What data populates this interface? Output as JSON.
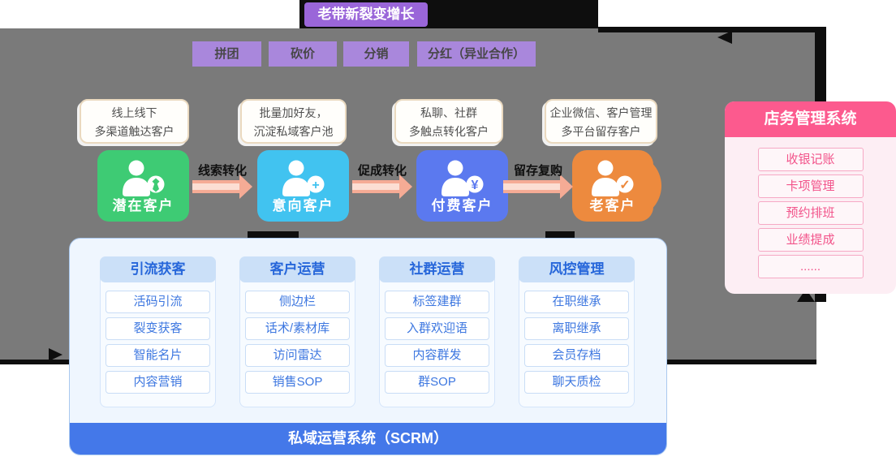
{
  "title_banner": {
    "label": "老带新裂变增长"
  },
  "growth_tactics": {
    "items": [
      "拼团",
      "砍价",
      "分销",
      "分红（异业合作）"
    ]
  },
  "funnel": {
    "stages": [
      {
        "name": "潜在客户",
        "note": [
          "线上线下",
          "多渠道触达客户"
        ],
        "badge_glyph": ""
      },
      {
        "name": "意向客户",
        "note": [
          "批量加好友，",
          "沉淀私域客户池"
        ],
        "badge_glyph": "+"
      },
      {
        "name": "付费客户",
        "note": [
          "私聊、社群",
          "多触点转化客户"
        ],
        "badge_glyph": "¥"
      },
      {
        "name": "老客户",
        "note": [
          "企业微信、客户管理",
          "多平台留存客户"
        ],
        "badge_glyph": "✓"
      }
    ],
    "transitions": [
      "线索转化",
      "促成转化",
      "留存复购"
    ]
  },
  "store_system": {
    "title": "店务管理系统",
    "items": [
      "收银记账",
      "卡项管理",
      "预约排班",
      "业绩提成",
      "......"
    ]
  },
  "scrm_panel": {
    "footer_label": "私域运营系统（SCRM）",
    "columns": [
      {
        "header": "引流获客",
        "items": [
          "活码引流",
          "裂变获客",
          "智能名片",
          "内容营销"
        ]
      },
      {
        "header": "客户运营",
        "items": [
          "侧边栏",
          "话术/素材库",
          "访问雷达",
          "销售SOP"
        ]
      },
      {
        "header": "社群运营",
        "items": [
          "标签建群",
          "入群欢迎语",
          "内容群发",
          "群SOP"
        ]
      },
      {
        "header": "风控管理",
        "items": [
          "在职继承",
          "离职继承",
          "会员存档",
          "聊天质检"
        ]
      }
    ]
  },
  "colors": {
    "dim_mask": "#7a7a7a",
    "annotation_black": "#0e0e0e",
    "banner_purple": "#9a66d9",
    "tactic_purple": "#a987dc",
    "stage_green": "#3ecb74",
    "stage_skyblue": "#41c3f0",
    "stage_indigo": "#5b79ef",
    "stage_orange": "#ed8a3e",
    "arrow_salmon": "#f5ab95",
    "store_pink": "#fc5a8e",
    "store_bg": "#fdeef4",
    "scrm_bg": "#eff6fe",
    "scrm_blue": "#4478e9",
    "scrm_text_blue": "#2767da"
  }
}
